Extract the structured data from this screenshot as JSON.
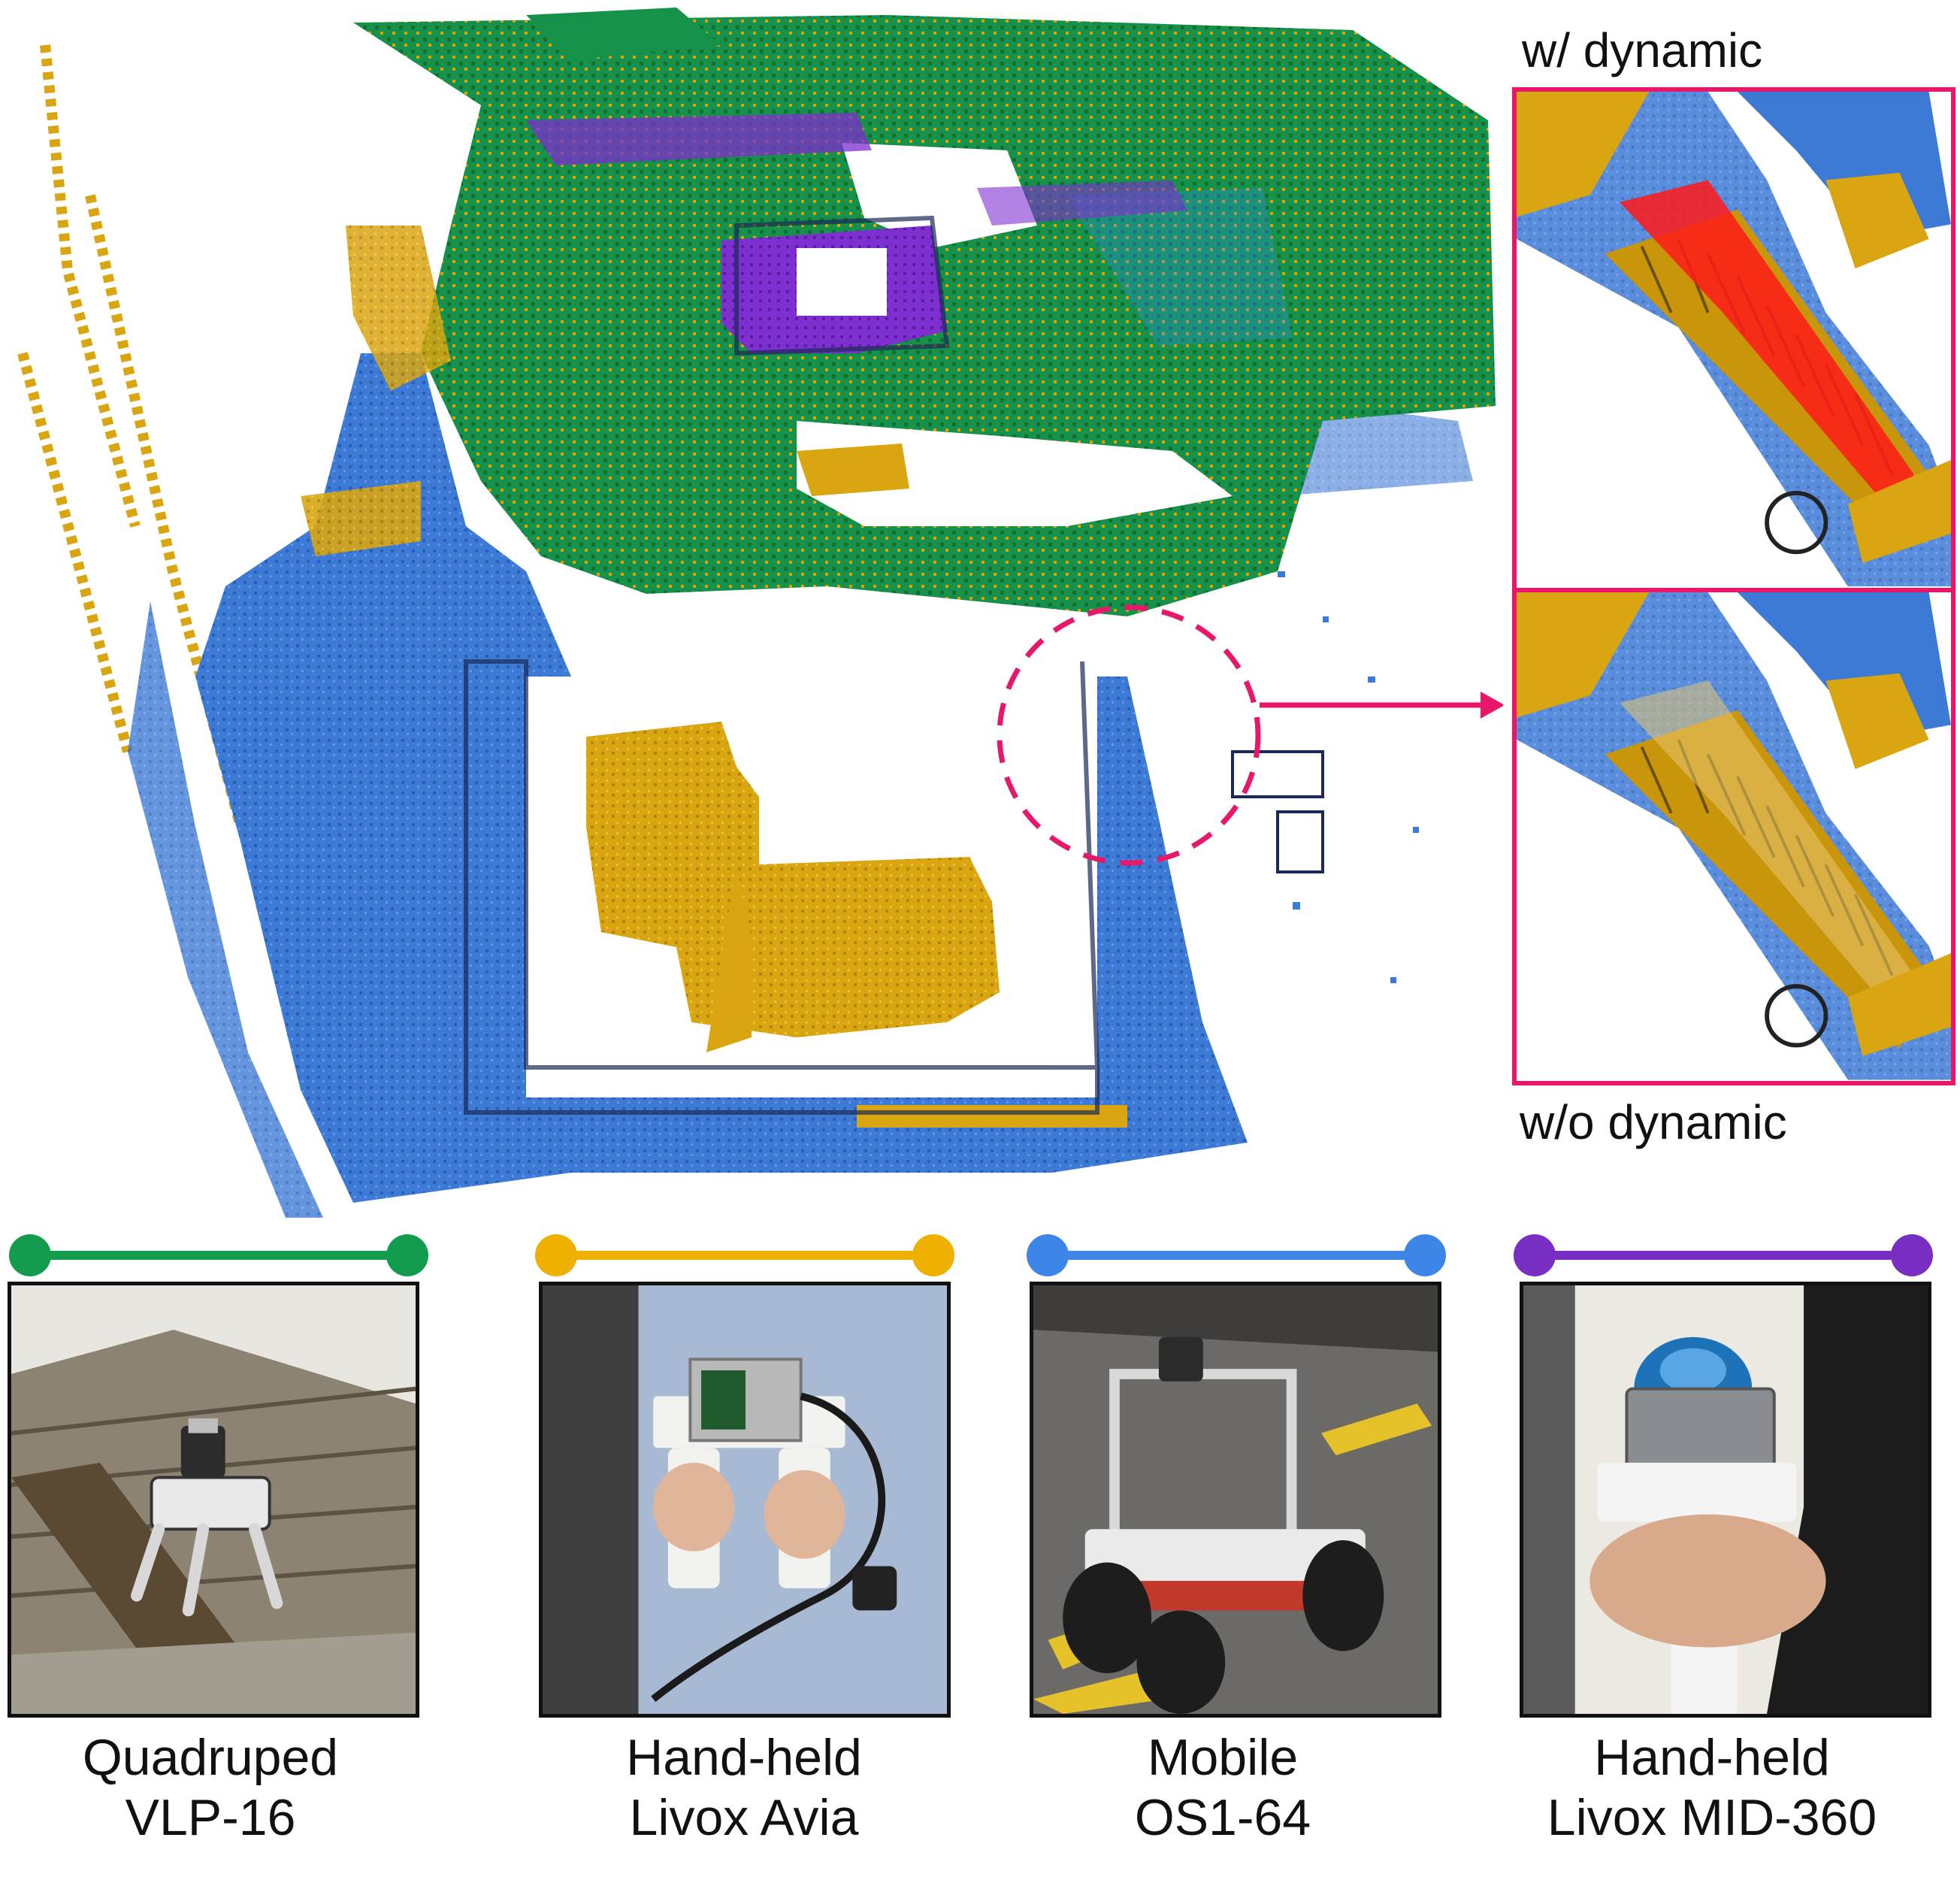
{
  "zoom": {
    "top_label": "w/ dynamic",
    "bottom_label": "w/o dynamic",
    "highlight_color": "#e8176a",
    "dynamic_object_color": "#ff1a1a"
  },
  "platforms": [
    {
      "line1": "Quadruped",
      "line2": "VLP-16",
      "color": "#139c4e",
      "photo_icon": "quadruped-robot-photo"
    },
    {
      "line1": "Hand-held",
      "line2": "Livox Avia",
      "color": "#f0b000",
      "photo_icon": "handheld-avia-photo"
    },
    {
      "line1": "Mobile",
      "line2": "OS1-64",
      "color": "#3d86e8",
      "photo_icon": "mobile-robot-photo"
    },
    {
      "line1": "Hand-held",
      "line2": "Livox MID-360",
      "color": "#7a2fc4",
      "photo_icon": "handheld-mid360-photo"
    }
  ]
}
